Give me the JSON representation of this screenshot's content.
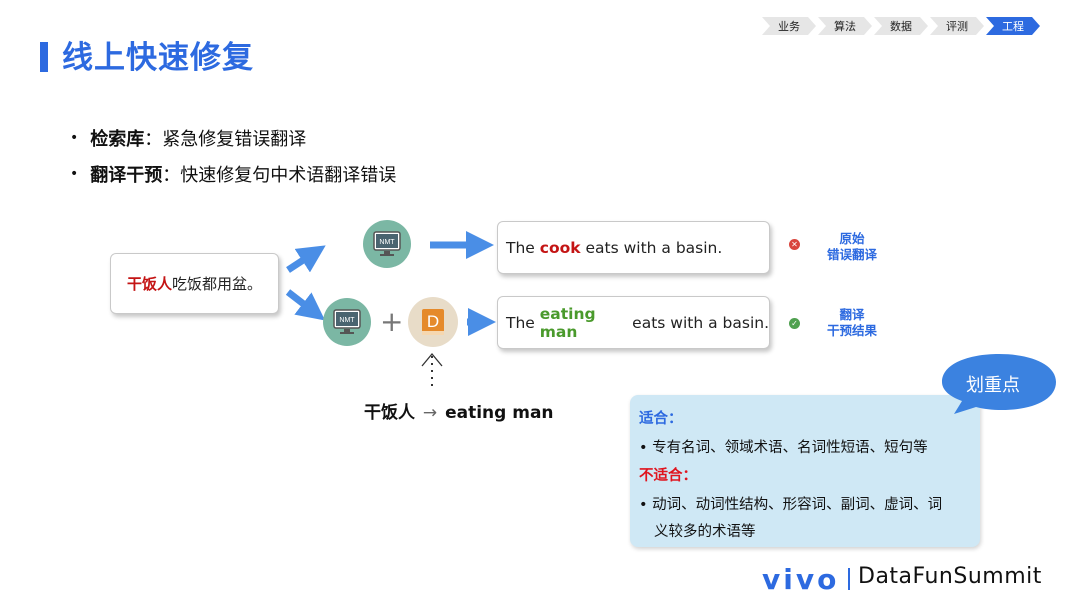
{
  "title": "线上快速修复",
  "breadcrumb": [
    "业务",
    "算法",
    "数据",
    "评测",
    "工程"
  ],
  "bullets": [
    {
      "bold": "检索库",
      "sep": "：",
      "text": "紧急修复错误翻译"
    },
    {
      "bold": "翻译干预",
      "sep": "：",
      "text": "快速修复句中术语翻译错误"
    }
  ],
  "diagram": {
    "source": {
      "highlight": "干饭人",
      "rest": "吃饭都用盆。"
    },
    "nmt_label": "NMT",
    "dict_label": "D",
    "plus": "+",
    "rule": {
      "src": "干饭人",
      "arrow": "→",
      "tgt": "eating man"
    },
    "output_original": {
      "pre": "The ",
      "key": "cook",
      "post": " eats with a basin."
    },
    "output_intervened": {
      "pre": "The ",
      "key": "eating man",
      "post": " eats with a basin."
    },
    "tag_original": [
      "原始",
      "错误翻译"
    ],
    "tag_intervened": [
      "翻译",
      "干预结果"
    ],
    "status_bad": "✕",
    "status_good": "✓"
  },
  "callout": {
    "bubble": "划重点",
    "suitable_label": "适合：",
    "suitable_text": "专有名词、领域术语、名词性短语、短句等",
    "unsuitable_label": "不适合：",
    "unsuitable_line1": "动词、动词性结构、形容词、副词、虚词、词",
    "unsuitable_line2": "义较多的术语等",
    "bullet_mark": "•"
  },
  "footer": {
    "brand": "vivo",
    "event": "DataFunSummit"
  },
  "colors": {
    "accent": "#2d6ae0",
    "error": "#c41414",
    "success": "#4a9a2c",
    "card_bg": "#cfe8f5"
  }
}
